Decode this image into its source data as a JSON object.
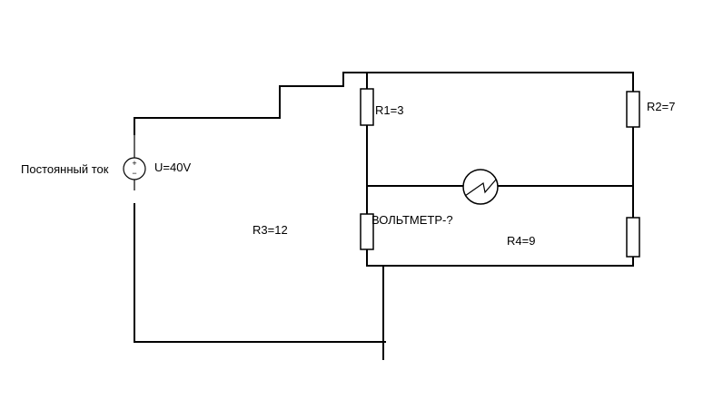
{
  "source": {
    "label": "Постоянный ток",
    "voltage": "U=40V",
    "plus": "+",
    "minus": "−"
  },
  "resistors": {
    "r1": "R1=3",
    "r2": "R2=7",
    "r3": "R3=12",
    "r4": "R4=9"
  },
  "voltmeter": {
    "label": "ВОЛЬТМЕТР-?"
  }
}
